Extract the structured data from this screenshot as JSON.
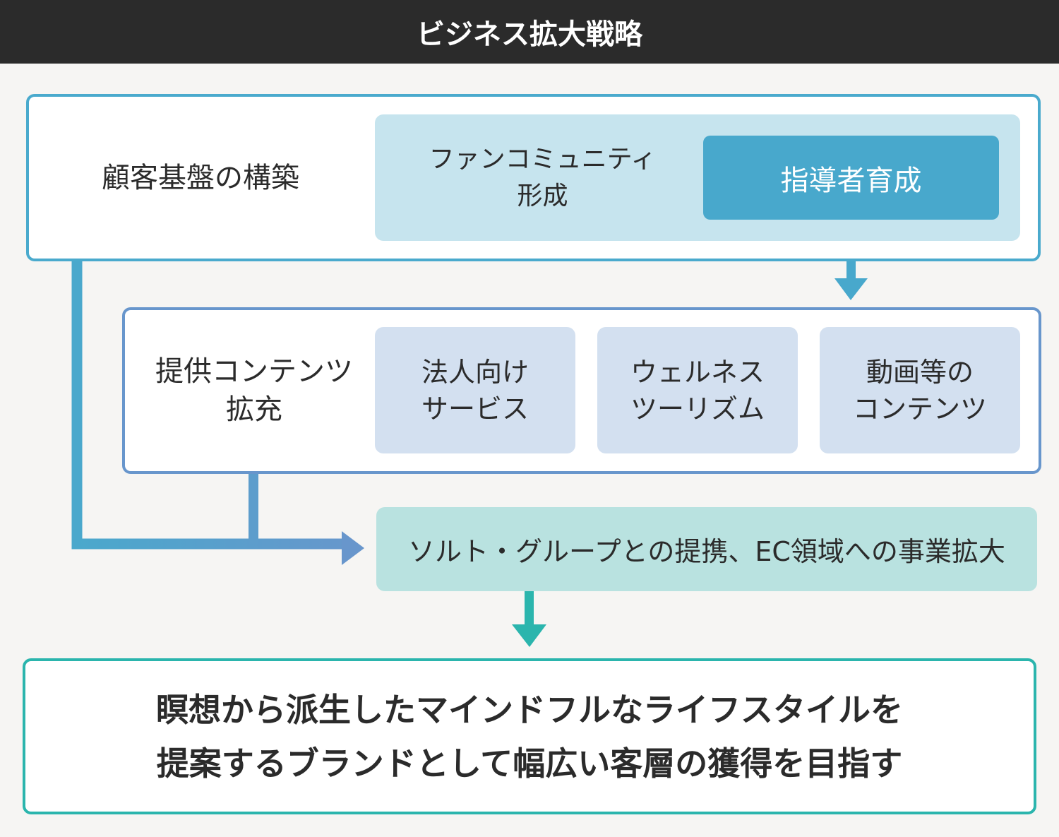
{
  "header": {
    "title": "ビジネス拡大戦略"
  },
  "colors": {
    "header_bg": "#2b2b2b",
    "customer_blue": "#4aaacd",
    "content_blue": "#6896cc",
    "teal": "#2bb5ad",
    "leader_fill": "#48a8cc"
  },
  "customer_base": {
    "label": "顧客基盤の構築",
    "community": "ファンコミュニティ\n形成",
    "leader": "指導者育成"
  },
  "content": {
    "label": "提供コンテンツ\n拡充",
    "cards": [
      {
        "label": "法人向け\nサービス"
      },
      {
        "label": "ウェルネス\nツーリズム"
      },
      {
        "label": "動画等の\nコンテンツ"
      }
    ]
  },
  "expansion": {
    "label": "ソルト・グループとの提携、EC領域への事業拡大"
  },
  "goal": {
    "label": "瞑想から派生したマインドフルなライフスタイルを\n提案するブランドとして幅広い客層の獲得を目指す"
  }
}
